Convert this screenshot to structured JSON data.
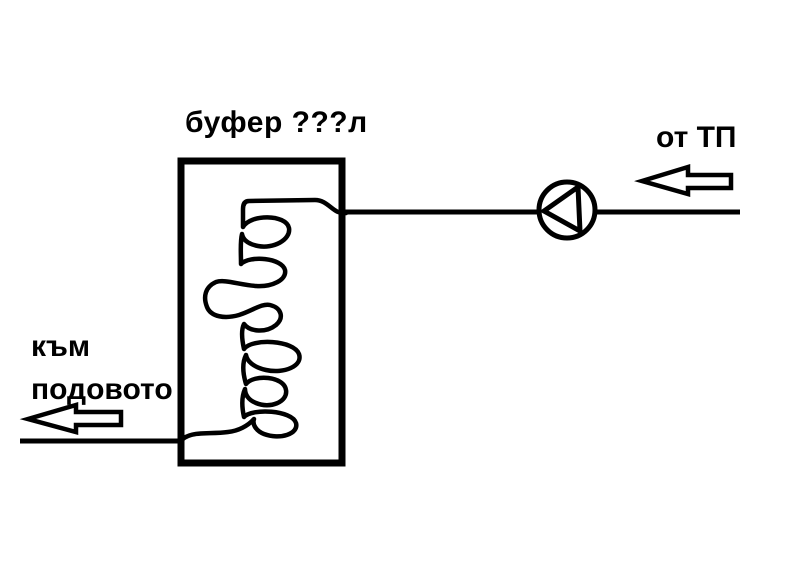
{
  "diagram": {
    "title": "буфер ???л",
    "labels": {
      "source": "от ТП",
      "destination_line1": "към",
      "destination_line2": "подовото"
    },
    "icons": {
      "pump": "circulation-pump-circle-triangle",
      "source_arrow": "hollow-left-flow-arrow",
      "destination_arrow": "hollow-left-flow-arrow"
    },
    "colors": {
      "line": "#000000",
      "text": "#000000",
      "background": "#ffffff"
    }
  }
}
